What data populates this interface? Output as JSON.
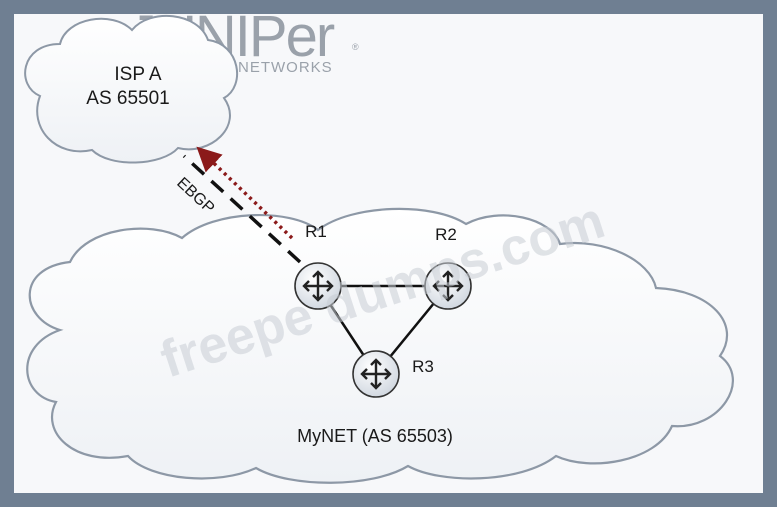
{
  "logo": {
    "wordmark": "JUNIPer",
    "subtitle": "NETWORKS",
    "registered": "®"
  },
  "isp_cloud": {
    "name": "ISP A",
    "as_number": "AS 65501"
  },
  "mynet_cloud": {
    "label": "MyNET (AS 65503)"
  },
  "session": {
    "type": "EBGP"
  },
  "routers": [
    {
      "id": "R1",
      "label": "R1"
    },
    {
      "id": "R2",
      "label": "R2"
    },
    {
      "id": "R3",
      "label": "R3"
    }
  ],
  "links": [
    {
      "from": "R1",
      "to": "R2"
    },
    {
      "from": "R1",
      "to": "R3"
    },
    {
      "from": "R2",
      "to": "R3"
    }
  ],
  "watermark": "freepe dumps.com",
  "colors": {
    "frame": "#6f7f92",
    "canvas": "#f7f8fa",
    "cloud_stroke": "#8d98a6",
    "advert_arrow": "#8b1a1a",
    "router_fill": "#dfe5ec"
  }
}
